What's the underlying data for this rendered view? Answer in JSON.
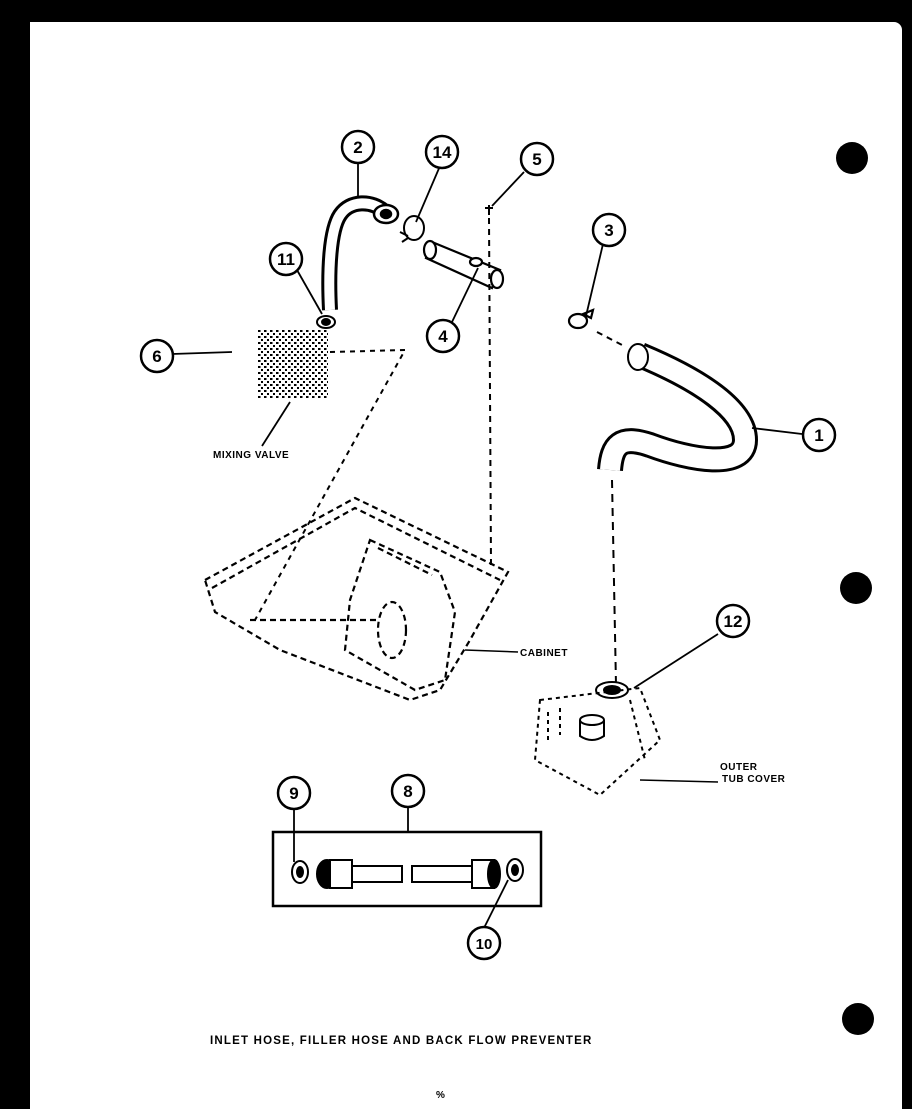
{
  "callouts": [
    {
      "id": "c1",
      "number": "1"
    },
    {
      "id": "c2",
      "number": "2"
    },
    {
      "id": "c3",
      "number": "3"
    },
    {
      "id": "c4",
      "number": "4"
    },
    {
      "id": "c5",
      "number": "5"
    },
    {
      "id": "c6",
      "number": "6"
    },
    {
      "id": "c8",
      "number": "8"
    },
    {
      "id": "c9",
      "number": "9"
    },
    {
      "id": "c10",
      "number": "10"
    },
    {
      "id": "c11",
      "number": "11"
    },
    {
      "id": "c12",
      "number": "12"
    },
    {
      "id": "c14",
      "number": "14"
    }
  ],
  "labels": {
    "mixing_valve": "MIXING VALVE",
    "cabinet": "CABINET",
    "outer_tub_cover_line1": "OUTER",
    "outer_tub_cover_line2": "TUB COVER"
  },
  "caption": "INLET HOSE, FILLER HOSE AND BACK FLOW PREVENTER",
  "footer_mark": "%"
}
